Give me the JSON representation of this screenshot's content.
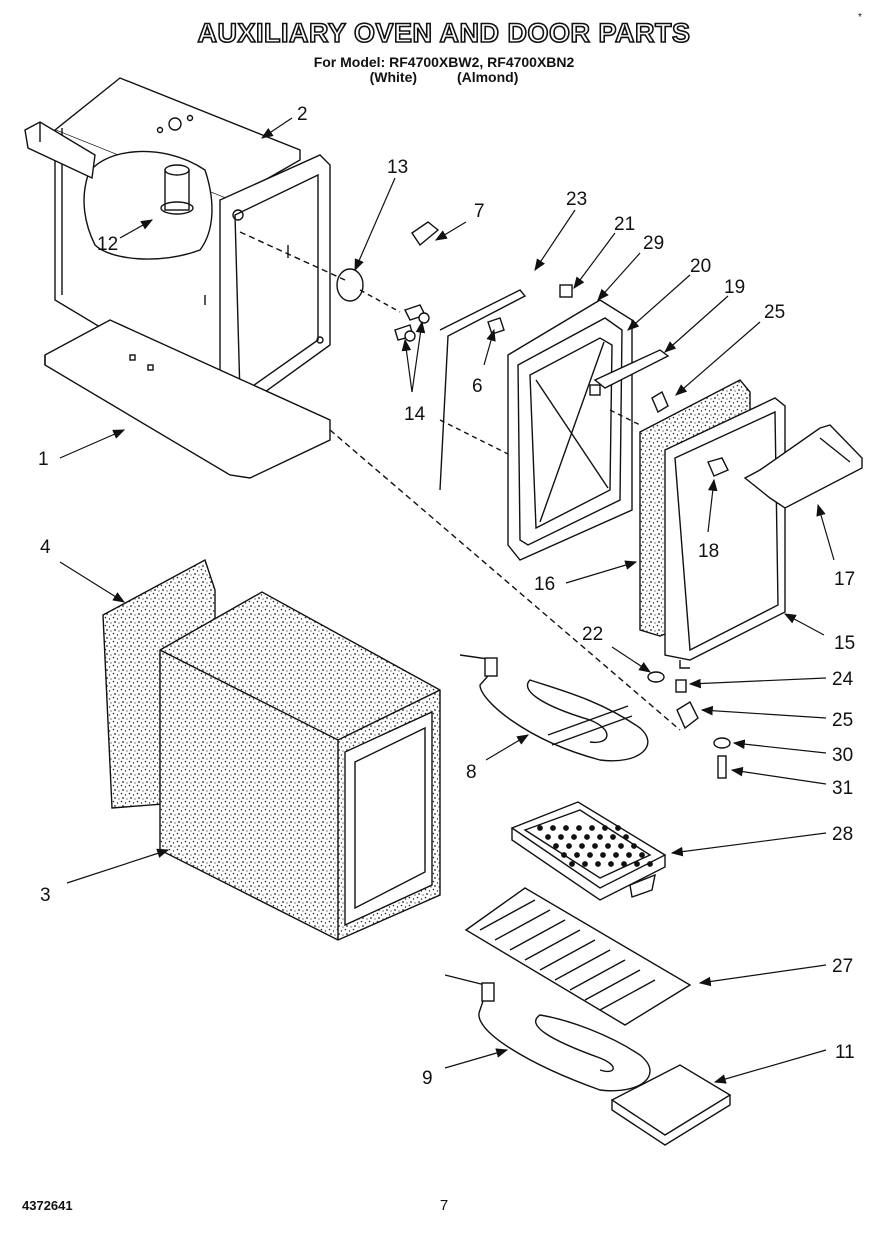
{
  "header": {
    "title": "AUXILIARY OVEN AND DOOR PARTS",
    "model_line": "For Model: RF4700XBW2, RF4700XBN2",
    "variant_white": "(White)",
    "variant_almond": "(Almond)"
  },
  "footer": {
    "part_number": "4372641",
    "page_number": "7"
  },
  "corner_mark": "*",
  "callouts": {
    "c1": "1",
    "c2": "2",
    "c3": "3",
    "c4": "4",
    "c6": "6",
    "c7": "7",
    "c8": "8",
    "c9": "9",
    "c11": "11",
    "c12": "12",
    "c13": "13",
    "c14": "14",
    "c15": "15",
    "c16": "16",
    "c17": "17",
    "c18": "18",
    "c19": "19",
    "c20": "20",
    "c21": "21",
    "c22": "22",
    "c23": "23",
    "c24": "24",
    "c25a": "25",
    "c25b": "25",
    "c27": "27",
    "c28": "28",
    "c29": "29",
    "c30": "30",
    "c31": "31"
  }
}
